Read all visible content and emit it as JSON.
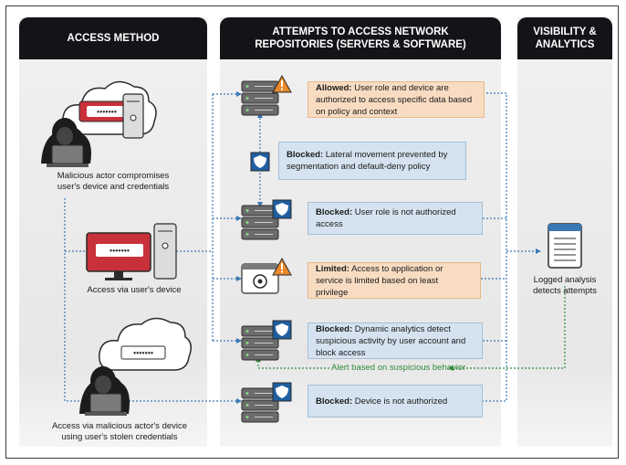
{
  "columns": {
    "access_method": "ACCESS METHOD",
    "attempts": "ATTEMPTS TO ACCESS NETWORK\nREPOSITORIES (SERVERS & SOFTWARE)",
    "visibility": "VISIBILITY &\nANALYTICS"
  },
  "access_methods": [
    {
      "label": "Malicious actor compromises\nuser's device and credentials"
    },
    {
      "label": "Access via user's device"
    },
    {
      "label": "Access via malicious actor's device\nusing user's stolen credentials"
    }
  ],
  "outcomes": [
    {
      "status": "Allowed:",
      "text": " User role and device are authorized to access specific data based on policy and context",
      "style": "orange"
    },
    {
      "status": "Blocked:",
      "text": " Lateral movement prevented by segmentation and default-deny policy",
      "style": "blue"
    },
    {
      "status": "Blocked:",
      "text": " User role is not authorized access",
      "style": "blue"
    },
    {
      "status": "Limited:",
      "text": " Access to application or service is limited based on least privilege",
      "style": "orange"
    },
    {
      "status": "Blocked:",
      "text": " Dynamic analytics detect suspicious activity by user account and block access",
      "style": "blue"
    },
    {
      "status": "Blocked:",
      "text": " Device is not authorized",
      "style": "blue"
    }
  ],
  "alert_text": "Alert based on suspicious behavior",
  "analytics_label": "Logged analysis\ndetects attempts",
  "password_mask": "•••••••",
  "icons": [
    "hacker-icon",
    "server-icon",
    "warning-icon",
    "shield-icon",
    "monitor-icon",
    "cloud-icon",
    "app-settings-icon",
    "log-document-icon"
  ],
  "colors": {
    "header": "#121418",
    "allowed": "#f8dcc2",
    "blocked": "#d4e3ef",
    "alert": "#2f8a3b",
    "monitor_red": "#c8313a",
    "link": "#3a78b5"
  }
}
